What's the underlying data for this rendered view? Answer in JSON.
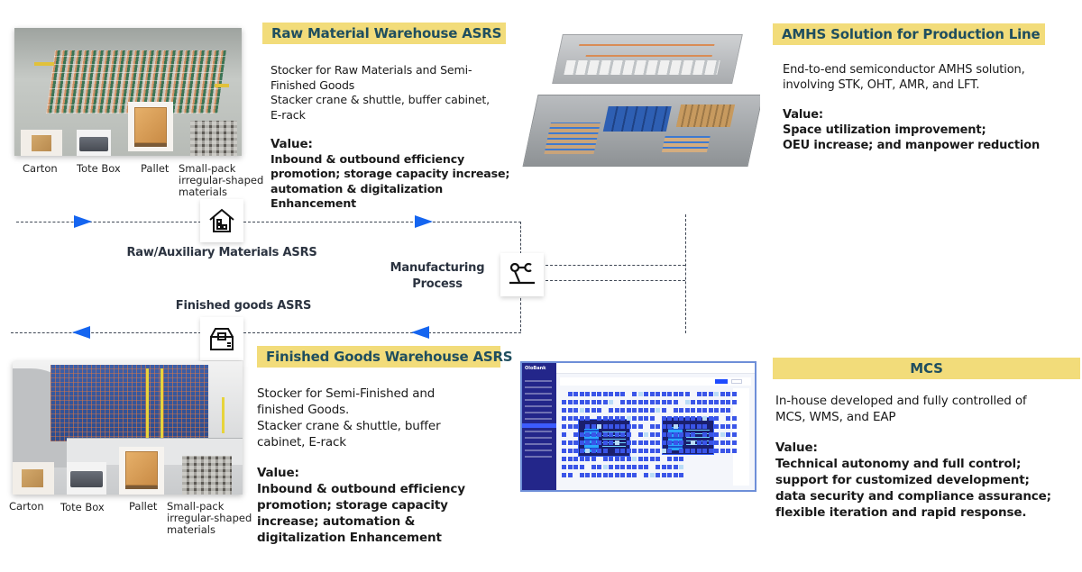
{
  "raw_material": {
    "title": "Raw Material Warehouse ASRS",
    "description": "Stocker for Raw Materials and Semi-\nFinished Goods\nStacker crane & shuttle, buffer cabinet,\nE-rack",
    "value_title": "Value:",
    "value_body": "Inbound & outbound efficiency\npromotion; storage capacity increase;\nautomation & digitalization\nEnhancement",
    "items": [
      "Carton",
      "Tote Box",
      "Pallet",
      "Small-pack\nirregular-shaped\nmaterials"
    ]
  },
  "amhs": {
    "title": "AMHS Solution for Production Line",
    "description": "End-to-end semiconductor AMHS solution,\ninvolving STK, OHT, AMR, and LFT.",
    "value_title": "Value:",
    "value_body": "Space utilization improvement;\nOEU increase; and manpower reduction"
  },
  "finished_goods": {
    "title": "Finished Goods Warehouse ASRS",
    "description": "Stocker for Semi-Finished and\nfinished Goods.\nStacker crane & shuttle, buffer\ncabinet, E-rack",
    "value_title": "Value:",
    "value_body": "Inbound & outbound efficiency\npromotion; storage capacity\nincrease; automation &\ndigitalization Enhancement",
    "items": [
      "Carton",
      "Tote Box",
      "Pallet",
      "Small-pack\nirregular-shaped\nmaterials"
    ]
  },
  "mcs": {
    "title": "MCS",
    "description": "In-house developed and fully controlled of\nMCS, WMS, and EAP",
    "value_title": "Value:",
    "value_body": "Technical autonomy and full control;\nsupport for customized development;\ndata security and compliance assurance;\nflexible iteration and rapid response.",
    "app_name": "OloBank"
  },
  "flow": {
    "raw_label": "Raw/Auxiliary Materials ASRS",
    "finished_label": "Finished goods ASRS",
    "process_label": "Manufacturing\nProcess",
    "arrow_color": "#1565f0"
  },
  "colors": {
    "band_bg": "#f2dc7a",
    "band_text": "#1f4e5f"
  }
}
